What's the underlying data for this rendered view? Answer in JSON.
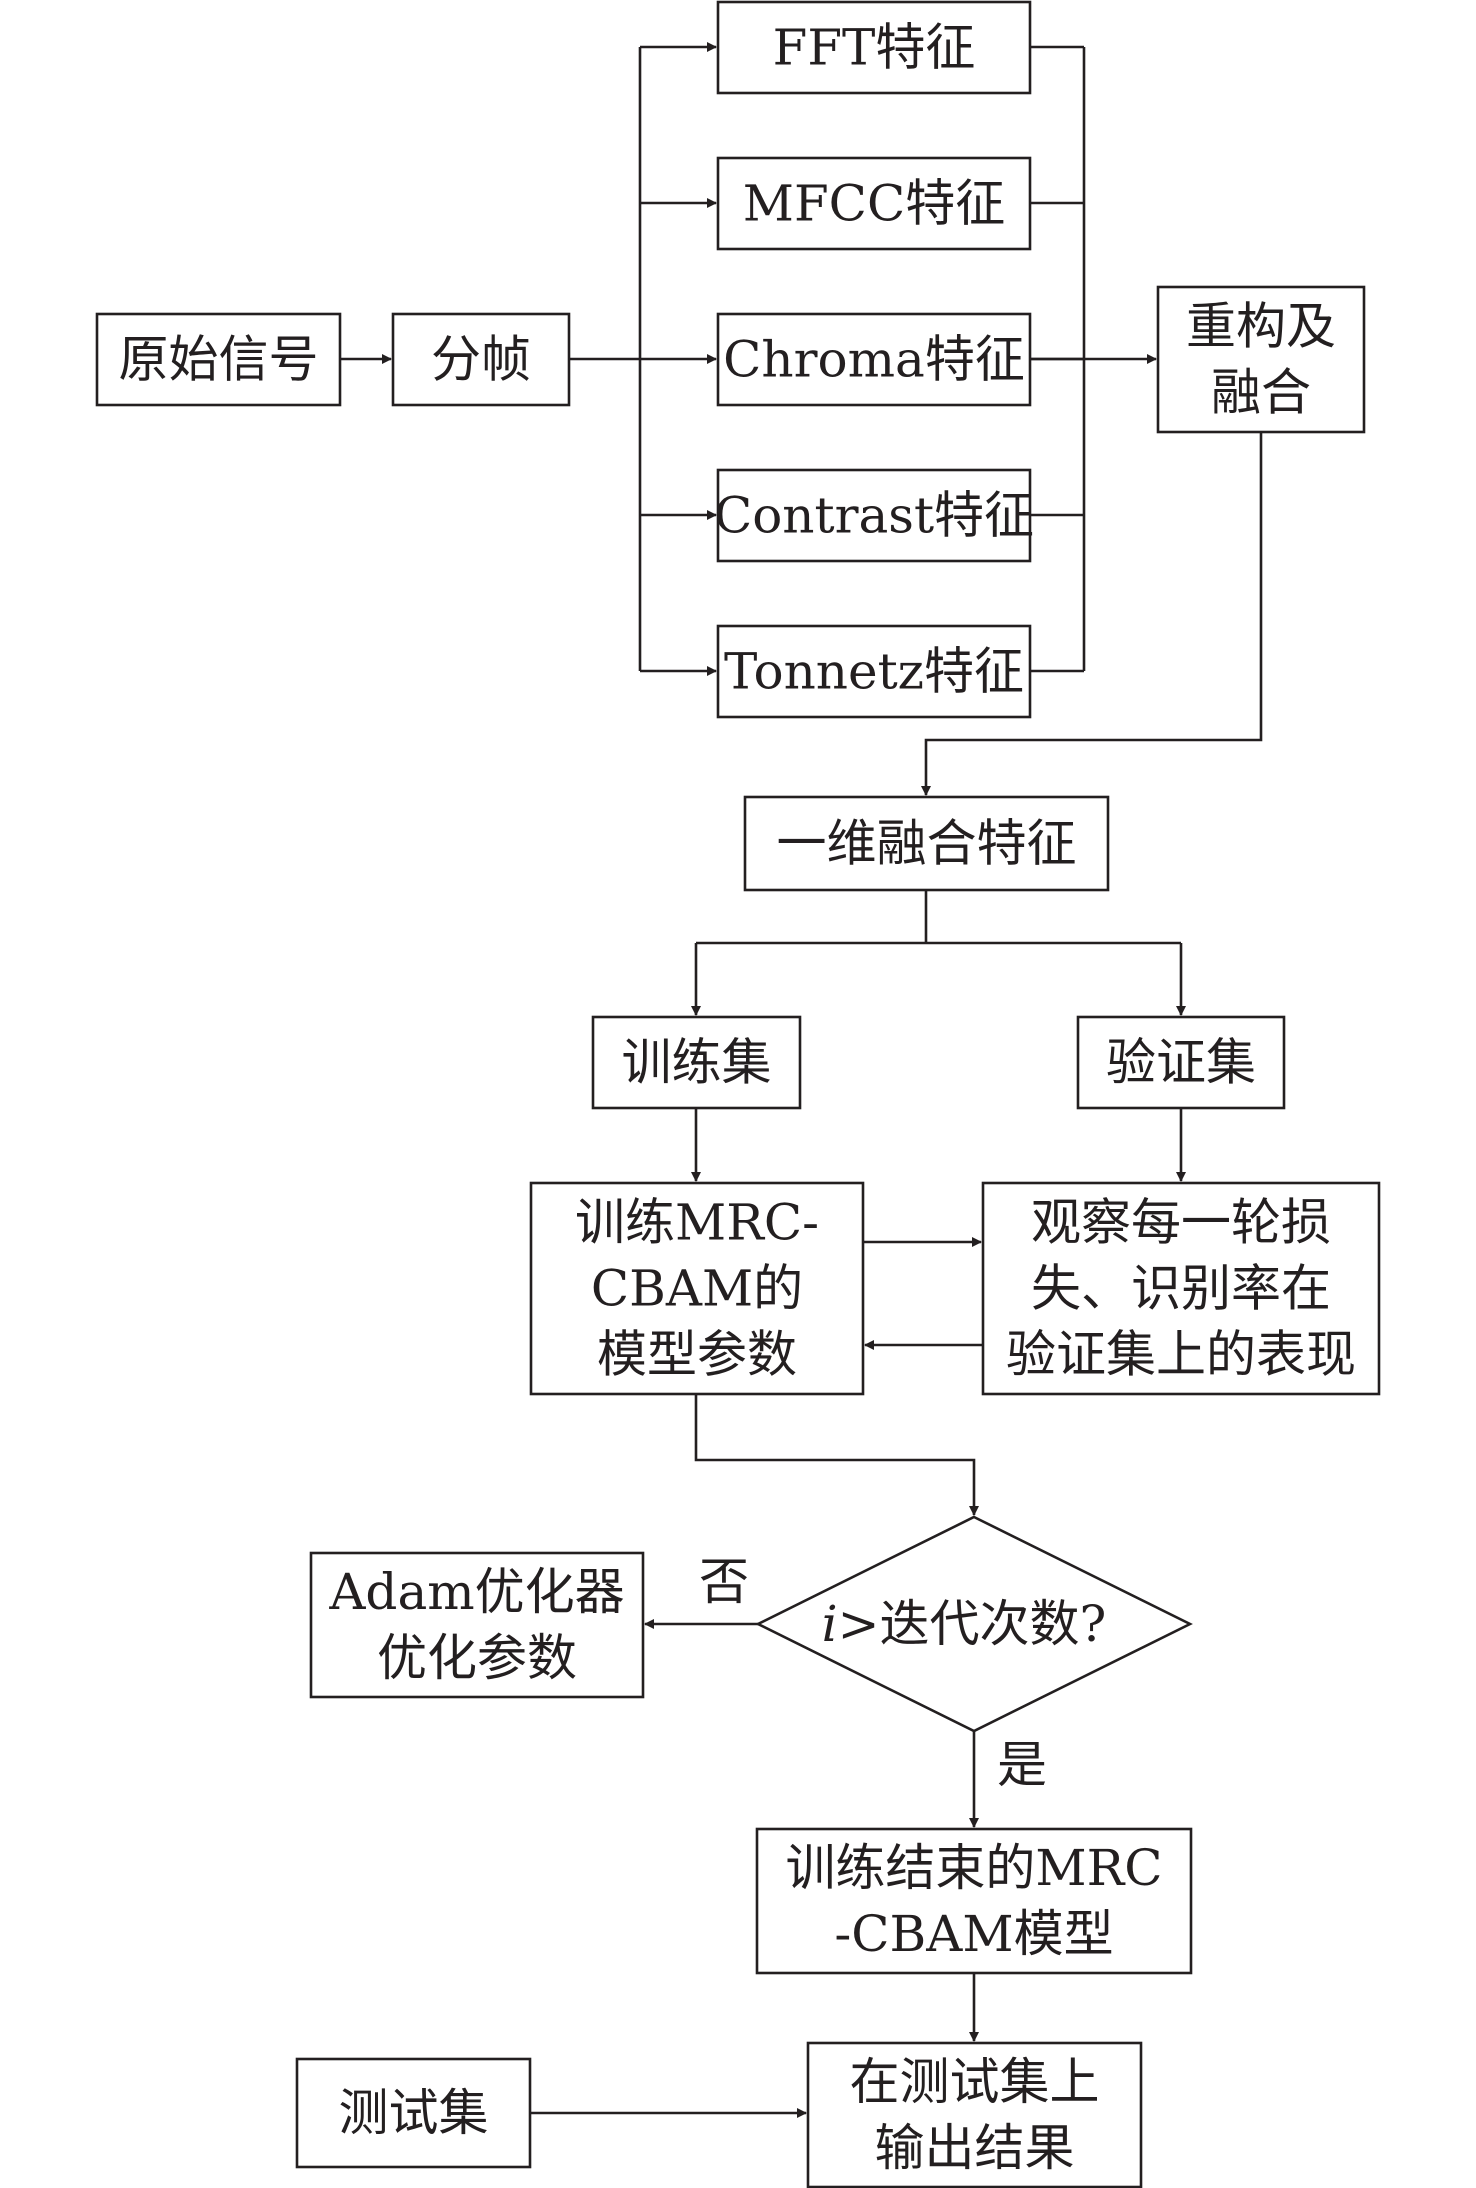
{
  "nodes": {
    "raw_signal": [
      "原始信号"
    ],
    "framing": [
      "分帧"
    ],
    "fft": [
      "FFT特征"
    ],
    "mfcc": [
      "MFCC特征"
    ],
    "chroma": [
      "Chroma特征"
    ],
    "contrast": [
      "Contrast特征"
    ],
    "tonnetz": [
      "Tonnetz特征"
    ],
    "reconstruct": [
      "重构及",
      "融合"
    ],
    "fused_1d": [
      "一维融合特征"
    ],
    "train_set": [
      "训练集"
    ],
    "val_set": [
      "验证集"
    ],
    "train_params": [
      "训练MRC-",
      "CBAM的",
      "模型参数"
    ],
    "observe": [
      "观察每一轮损",
      "失、识别率在",
      "验证集上的表现"
    ],
    "decision": {
      "var": "i",
      "rest": ">迭代次数?"
    },
    "adam": [
      "Adam优化器",
      "优化参数"
    ],
    "trained_model": [
      "训练结束的MRC",
      "-CBAM模型"
    ],
    "test_set": [
      "测试集"
    ],
    "output": [
      "在测试集上",
      "输出结果"
    ]
  },
  "edge_labels": {
    "no": "否",
    "yes": "是"
  },
  "colors": {
    "stroke": "#231f20",
    "background": "#ffffff"
  }
}
